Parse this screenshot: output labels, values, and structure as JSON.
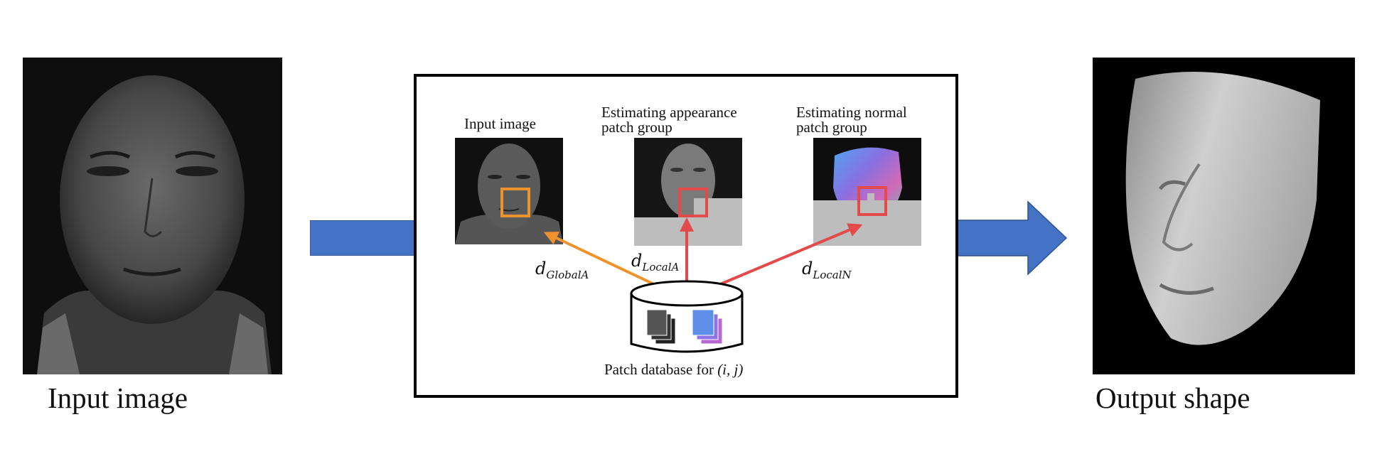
{
  "left": {
    "caption": "Input image"
  },
  "right": {
    "caption": "Output shape"
  },
  "panel": {
    "input_title": "Input image",
    "appearance_title": "Estimating appearance\npatch group",
    "normal_title": "Estimating normal\npatch group",
    "dist_global": {
      "d": "d",
      "sub": "GlobalA"
    },
    "dist_local_a": {
      "d": "d",
      "sub": "LocalA"
    },
    "dist_local_n": {
      "d": "d",
      "sub": "LocalN"
    },
    "database_label": "Patch database for",
    "database_index": "(i, j)"
  },
  "colors": {
    "arrow_blue": "#4472c4",
    "orange": "#f0922b",
    "red": "#e34a4a"
  }
}
